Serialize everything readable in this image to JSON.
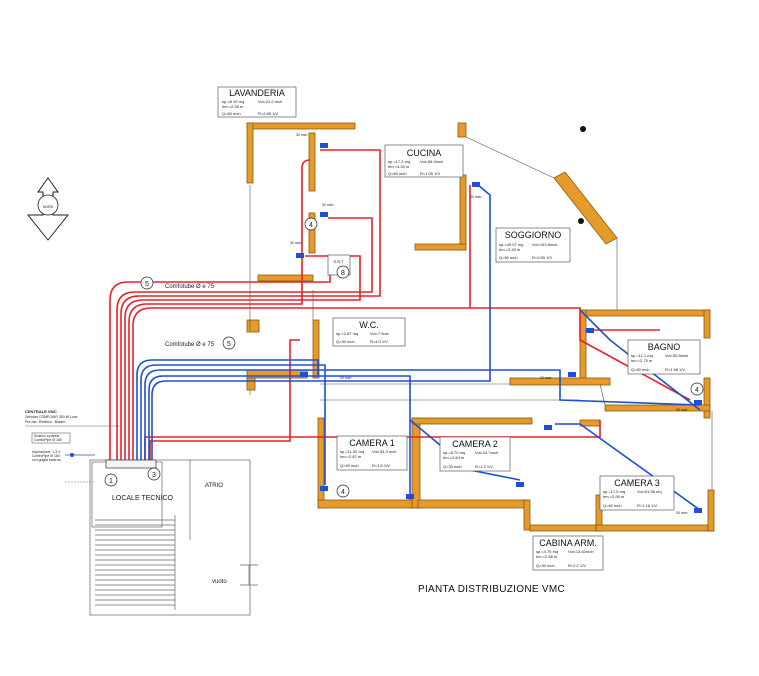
{
  "title": "PIANTA DISTRIBUZIONE VMC",
  "north": "NORD",
  "unit": {
    "title": "CENTRALE VMC",
    "lines": [
      "Zehnder COMFOAIR 350 W Luxe",
      "Pre-risc. Elettrico - Bradre"
    ]
  },
  "notes": {
    "note1": [
      "Scarico a parete",
      "ComfoPipe Ø 160",
      "con griglia esterna"
    ],
    "note2": [
      "Aspirazione: 1.3 V",
      "ComfoPipe Ø 160",
      "con griglia esterna"
    ]
  },
  "pipes": {
    "red_label": "Comfotube Ø e 75",
    "blue_label": "Comfotube Ø e 75",
    "red_count": "5",
    "blue_count": "5"
  },
  "rooms": {
    "lavanderia": {
      "name": "LAVANDERIA",
      "sup": "sp.=8.15 mq",
      "vol": "Vol=21.0 mch",
      "h": "hm.=2.58 m",
      "q": "Q=60 mch",
      "r": "R=2.85 1/V"
    },
    "cucina": {
      "name": "CUCINA",
      "sup": "sp.=17.2 mq",
      "vol": "Vol=56.3mch",
      "h": "hm.=3.30 m",
      "q": "Q=60 mch",
      "r": "R=1.05 1/V"
    },
    "soggiorno": {
      "name": "SOGGIORNO",
      "sup": "sp.=49.07 mq",
      "vol": "Vol=163.5mch",
      "h": "hm.=3.30 m",
      "q": "Q=90 mch",
      "r": "R=0.55 1/V"
    },
    "wc": {
      "name": "W.C.",
      "sup": "sp.=2.87 mq",
      "vol": "Vol=7.5mc",
      "q": "Q=30 mch",
      "r": "R=4.0 1/V"
    },
    "bagno": {
      "name": "BAGNO",
      "sup": "sp.=11.1 mq",
      "vol": "Vol=30.5mch",
      "h": "hm.=2.75 m",
      "q": "Q=60 mch",
      "r": "R=1.98 1/V"
    },
    "camera1": {
      "name": "CAMERA 1",
      "sup": "sp.=11.52 mq",
      "vol": "Vol=33.3 mch",
      "h": "hm.=2.87 m",
      "q": "Q=60 mch",
      "r": "R=1.8 1/V"
    },
    "camera2": {
      "name": "CAMERA 2",
      "sup": "sp.=8.70 mq",
      "vol": "Vol=24.7mch",
      "h": "hm.=2.84 m",
      "q": "Q=30 mch",
      "r": "R=1.2 1/V"
    },
    "camera3": {
      "name": "CAMERA 3",
      "sup": "sp.=17.5 mq",
      "vol": "Vol=51.56 mq",
      "h": "hm.=2.95 m",
      "q": "Q=60 mch",
      "r": "R=1.16 1/V"
    },
    "cabina": {
      "name": "CABINA ARM.",
      "sup": "sp.=4.75 mq",
      "vol": "Vol=13.62mch",
      "h": "hm.=2.86 m",
      "q": "Q=30 mch",
      "r": "R=2.2 1/V"
    },
    "srt": {
      "name": "S.R.T."
    }
  },
  "zones": {
    "locale_tecnico": "LOCALE TECNICO",
    "atrio": "ATRIO",
    "vuoto": "vuoto"
  },
  "markers": {
    "m1": "1",
    "m3": "3",
    "m4a": "4",
    "m4b": "4",
    "m4c": "4",
    "m5a": "5",
    "m5b": "5",
    "m8": "8"
  },
  "flows": {
    "f30": "30 mch"
  },
  "colors": {
    "supply": "#e8202a",
    "extract": "#1f4fd6",
    "wall": "#e59a2a",
    "wall_edge": "#8a5a10"
  }
}
